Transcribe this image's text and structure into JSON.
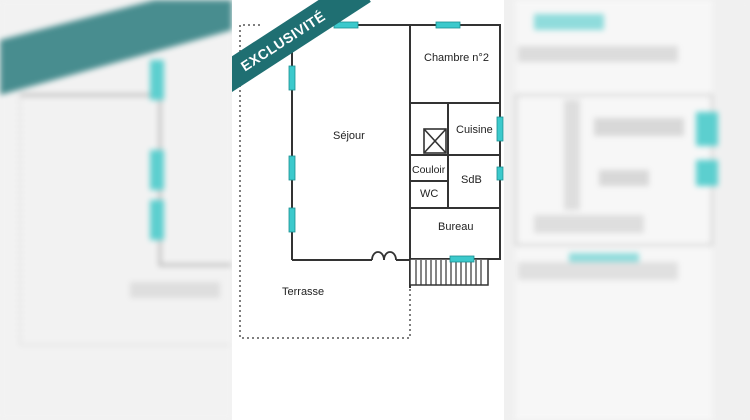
{
  "listing": {
    "badge": "EXCLUSIVITÉ"
  },
  "floor_plan": {
    "rooms": {
      "sejour": "Séjour",
      "chambre": "Chambre n°2",
      "cuisine": "Cuisine",
      "couloir": "Couloir",
      "sdb": "SdB",
      "wc": "WC",
      "bureau": "Bureau",
      "terrasse": "Terrasse"
    }
  },
  "colors": {
    "wall": "#333333",
    "window": "#3cc9cc",
    "badge": "#1f6f72"
  }
}
